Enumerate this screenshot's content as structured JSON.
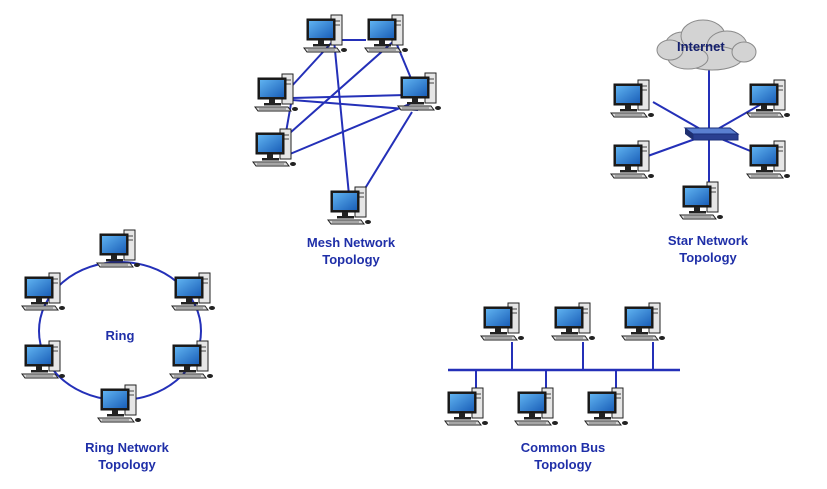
{
  "colors": {
    "link": "#2430b8",
    "label": "#1f2fa8",
    "screen": "#2d7fd6",
    "cloud": "#d3d3d3"
  },
  "mesh": {
    "label_line1": "Mesh Network",
    "label_line2": "Topology"
  },
  "star": {
    "label_line1": "Star Network",
    "label_line2": "Topology",
    "cloud_label": "Internet"
  },
  "ring": {
    "center_label": "Ring",
    "label_line1": "Ring Network",
    "label_line2": "Topology"
  },
  "bus": {
    "label_line1": "Common Bus",
    "label_line2": "Topology"
  },
  "icons": [
    "computer-icon",
    "switch-icon",
    "cloud-icon"
  ]
}
